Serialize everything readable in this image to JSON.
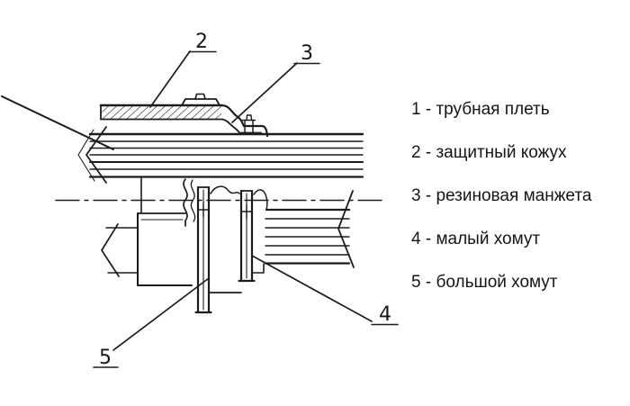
{
  "legend": {
    "items": [
      "1 - трубная плеть",
      "2 - защитный кожух",
      "3 - резиновая манжета",
      "4 - малый хомут",
      "5 - большой хомут"
    ]
  },
  "callouts": {
    "c2": "2",
    "c3": "3",
    "c4": "4",
    "c5": "5"
  },
  "colors": {
    "ink": "#1c1c1c",
    "background": "#ffffff"
  }
}
